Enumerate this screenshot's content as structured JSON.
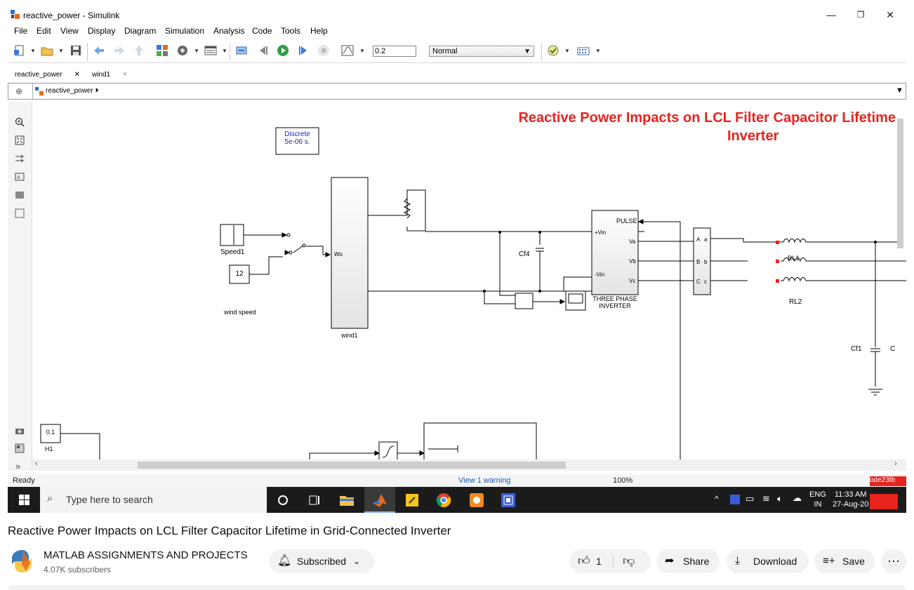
{
  "window": {
    "title": "reactive_power - Simulink",
    "controls": {
      "minimize": "—",
      "restore": "❐",
      "close": "✕"
    }
  },
  "menu": [
    "File",
    "Edit",
    "View",
    "Display",
    "Diagram",
    "Simulation",
    "Analysis",
    "Code",
    "Tools",
    "Help"
  ],
  "toolbar": {
    "stop_time": "0.2",
    "sim_mode": "Normal"
  },
  "tabs": [
    {
      "label": "reactive_power",
      "close": "✕"
    },
    {
      "label": "wind1",
      "close": "✕"
    }
  ],
  "address": {
    "path": "reactive_power",
    "arrow": "⏵"
  },
  "diagram": {
    "title_line1": "Reactive Power Impacts on LCL Filter Capacitor Lifetime",
    "title_line2": "Inverter",
    "powergui_line1": "Discrete",
    "powergui_line2": "5e-06 s.",
    "speed_label": "Speed1",
    "const_value": "12",
    "wind_speed_label": "wind speed",
    "wind_block_label": "wind1",
    "wind_port": "Wo",
    "cap_label": "Cf4",
    "inverter_ports": {
      "pulse": "PULSE",
      "vin_plus": "+Vin",
      "vin_minus": "-Vin",
      "va": "Va",
      "vb": "Vb",
      "vc": "Vc"
    },
    "inverter_label_1": "THREE PHASE",
    "inverter_label_2": "INVERTER",
    "meas_ports": {
      "a_in": "A",
      "a_out": "a",
      "b_in": "B",
      "b_out": "b",
      "c_in": "C",
      "c_out": "c"
    },
    "rl1_label": "RL1",
    "rl2_label": "RL2",
    "cf1_label": "Cf1",
    "cf_partial": "C",
    "h1_value": "0.1",
    "h1_label": "H1"
  },
  "status": {
    "ready": "Ready",
    "warning": "View 1 warning",
    "zoom": "100%",
    "solver": "ode23tb"
  },
  "taskbar": {
    "search_placeholder": "Type here to search",
    "lang_line1": "ENG",
    "lang_line2": "IN",
    "time": "11:33 AM",
    "date": "27-Aug-20"
  },
  "video": {
    "title": "Reactive Power Impacts on LCL Filter Capacitor Lifetime in Grid-Connected Inverter",
    "channel": "MATLAB ASSIGNMENTS AND PROJECTS",
    "subscribers": "4.07K subscribers",
    "subscribe_label": "Subscribed",
    "likes": "1",
    "share": "Share",
    "download": "Download",
    "save": "Save",
    "more": "⋯"
  },
  "colors": {
    "title_red": "#e8231e",
    "taskbar": "#1b1b1b",
    "pill_bg": "#f2f2f2"
  }
}
